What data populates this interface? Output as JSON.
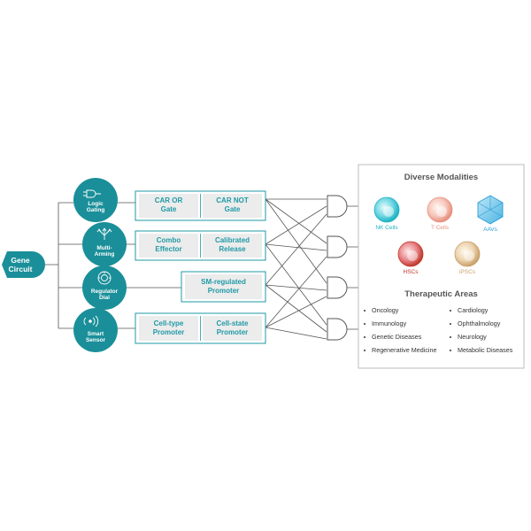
{
  "gene_circuit": {
    "line1": "Gene",
    "line2": "Circuit"
  },
  "tools": [
    {
      "line1": "Logic",
      "line2": "Gating",
      "icon": "logic-gate-icon"
    },
    {
      "line1": "Multi-",
      "line2": "Arming",
      "icon": "multi-arrow-icon"
    },
    {
      "line1": "Regulator",
      "line2": "Dial",
      "icon": "dial-icon"
    },
    {
      "line1": "Smart",
      "line2": "Sensor",
      "icon": "sensor-waves-icon"
    }
  ],
  "components": {
    "car_or": {
      "line1": "CAR OR",
      "line2": "Gate"
    },
    "car_not": {
      "line1": "CAR NOT",
      "line2": "Gate"
    },
    "combo": {
      "line1": "Combo",
      "line2": "Effector"
    },
    "calibrated": {
      "line1": "Calibrated",
      "line2": "Release"
    },
    "sm_regulated": {
      "line1": "SM-regulated",
      "line2": "Promoter"
    },
    "cell_type": {
      "line1": "Cell-type",
      "line2": "Promoter"
    },
    "cell_state": {
      "line1": "Cell-state",
      "line2": "Promoter"
    }
  },
  "panel": {
    "modalities_title": "Diverse Modalities",
    "modalities": [
      {
        "label": "NK Cells",
        "color": "#1fb3c4"
      },
      {
        "label": "T Cells",
        "color": "#e8907e"
      },
      {
        "label": "AAVs",
        "color": "#2a9fd6"
      },
      {
        "label": "HSCs",
        "color": "#c0392b"
      },
      {
        "label": "iPSCs",
        "color": "#c9a16a"
      }
    ],
    "areas_title": "Therapeutic Areas",
    "areas_left": [
      "Oncology",
      "Immunology",
      "Genetic Diseases",
      "Regenerative Medicine"
    ],
    "areas_right": [
      "Cardiology",
      "Ophthalmology",
      "Neurology",
      "Metabolic Diseases"
    ]
  },
  "colors": {
    "teal": "#1a8f99",
    "teal_text": "#1f9aa6",
    "line": "#555555"
  }
}
